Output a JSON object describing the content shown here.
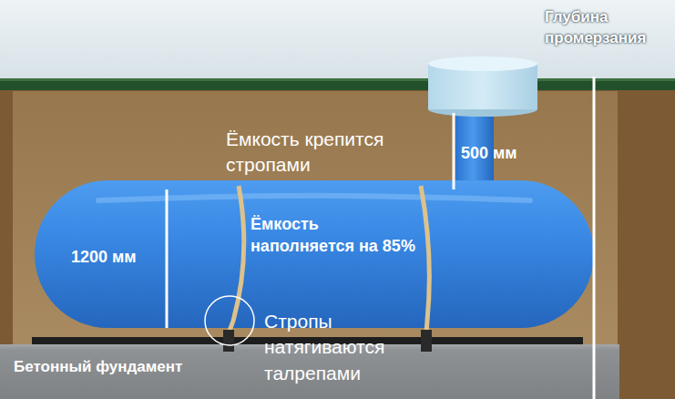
{
  "diagram": {
    "nodes": [
      {
        "text": [
          "Ёмкость наполняется на 85%",
          "1200 мм"
        ]
      },
      {
        "text": [
          "Бетонный фундамент"
        ]
      }
    ],
    "labels": [
      "Глубина промерзания",
      "Ёмкость крепится стропами",
      "500 мм",
      "Стропы натягиваются талрепами"
    ]
  }
}
